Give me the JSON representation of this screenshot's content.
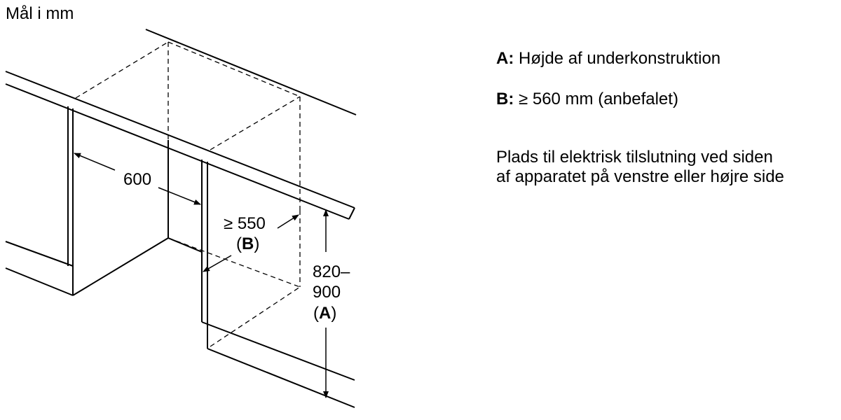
{
  "unit_label": "Mål i mm",
  "legend": {
    "a_key": "A:",
    "a_text": "Højde af underkonstruktion",
    "b_key": "B:",
    "b_text": "≥ 560 mm (anbefalet)",
    "note_line1": "Plads til elektrisk tilslutning ved siden",
    "note_line2": "af apparatet på venstre eller højre side"
  },
  "dimensions": {
    "width": "600",
    "depth_value": "≥ 550",
    "depth_open": "(",
    "depth_key": "B",
    "depth_close": ")",
    "height_line1": "820–",
    "height_line2": "900",
    "height_open": "(",
    "height_key": "A",
    "height_close": ")"
  }
}
